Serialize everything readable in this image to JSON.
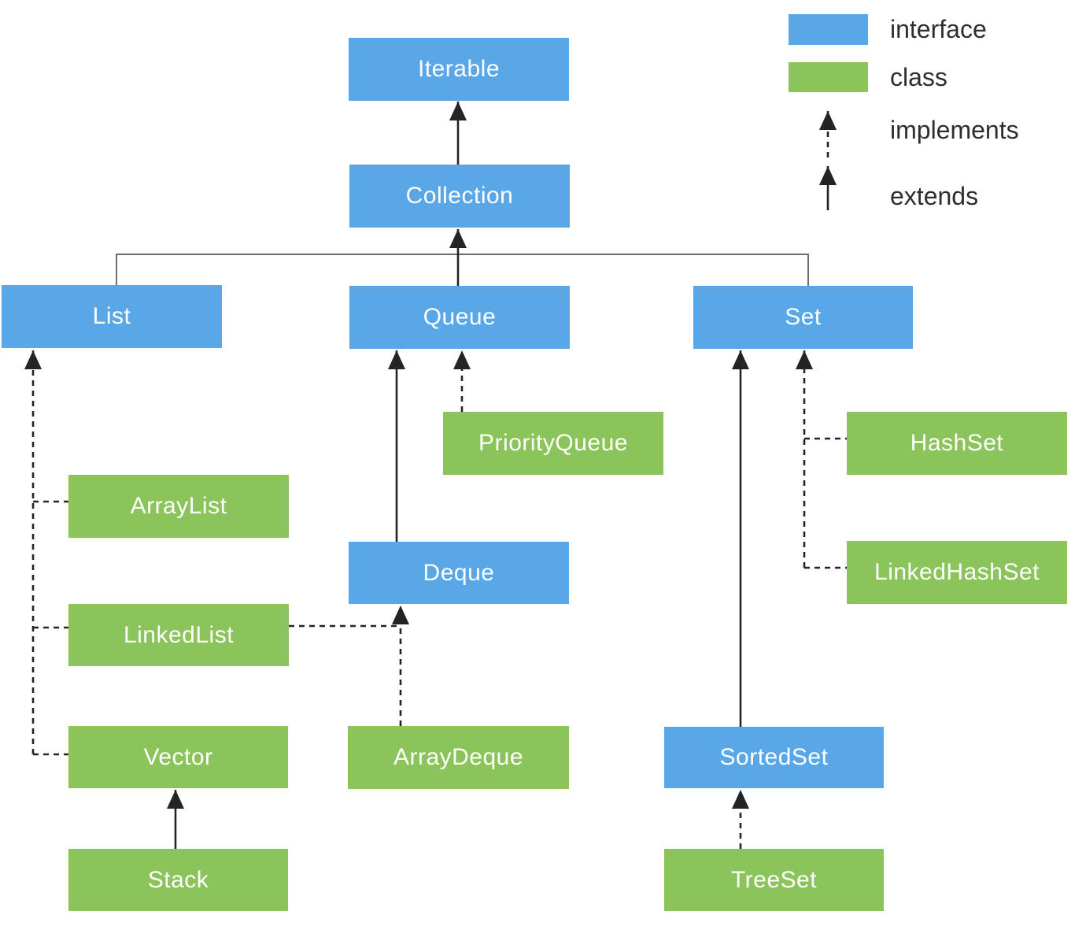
{
  "colors": {
    "interface-fill": "#5aa7e8",
    "class-fill": "#8cc45c",
    "line-color": "#242424",
    "tree-line-color": "#6e6e6e",
    "node-text": "#ffffff",
    "legend-text": "#2e2e2e",
    "bg": "#ffffff"
  },
  "nodes": [
    {
      "id": "iterable",
      "label": "Iterable",
      "kind": "interface"
    },
    {
      "id": "collection",
      "label": "Collection",
      "kind": "interface"
    },
    {
      "id": "list",
      "label": "List",
      "kind": "interface"
    },
    {
      "id": "queue",
      "label": "Queue",
      "kind": "interface"
    },
    {
      "id": "set",
      "label": "Set",
      "kind": "interface"
    },
    {
      "id": "priorityqueue",
      "label": "PriorityQueue",
      "kind": "class"
    },
    {
      "id": "hashset",
      "label": "HashSet",
      "kind": "class"
    },
    {
      "id": "arraylist",
      "label": "ArrayList",
      "kind": "class"
    },
    {
      "id": "deque",
      "label": "Deque",
      "kind": "interface"
    },
    {
      "id": "linkedhashset",
      "label": "LinkedHashSet",
      "kind": "class"
    },
    {
      "id": "linkedlist",
      "label": "LinkedList",
      "kind": "class"
    },
    {
      "id": "vector",
      "label": "Vector",
      "kind": "class"
    },
    {
      "id": "arraydeque",
      "label": "ArrayDeque",
      "kind": "class"
    },
    {
      "id": "sortedset",
      "label": "SortedSet",
      "kind": "interface"
    },
    {
      "id": "stack",
      "label": "Stack",
      "kind": "class"
    },
    {
      "id": "treeset",
      "label": "TreeSet",
      "kind": "class"
    }
  ],
  "edges": [
    {
      "from": "Collection",
      "to": "Iterable",
      "type": "extends"
    },
    {
      "from": "List",
      "to": "Collection",
      "type": "extends"
    },
    {
      "from": "Queue",
      "to": "Collection",
      "type": "extends"
    },
    {
      "from": "Set",
      "to": "Collection",
      "type": "extends"
    },
    {
      "from": "Deque",
      "to": "Queue",
      "type": "extends"
    },
    {
      "from": "SortedSet",
      "to": "Set",
      "type": "extends"
    },
    {
      "from": "Stack",
      "to": "Vector",
      "type": "extends"
    },
    {
      "from": "ArrayList",
      "to": "List",
      "type": "implements"
    },
    {
      "from": "LinkedList",
      "to": "List",
      "type": "implements"
    },
    {
      "from": "Vector",
      "to": "List",
      "type": "implements"
    },
    {
      "from": "PriorityQueue",
      "to": "Queue",
      "type": "implements"
    },
    {
      "from": "LinkedList",
      "to": "Deque",
      "type": "implements"
    },
    {
      "from": "ArrayDeque",
      "to": "Deque",
      "type": "implements"
    },
    {
      "from": "HashSet",
      "to": "Set",
      "type": "implements"
    },
    {
      "from": "LinkedHashSet",
      "to": "Set",
      "type": "implements"
    },
    {
      "from": "TreeSet",
      "to": "SortedSet",
      "type": "implements"
    }
  ],
  "legend": {
    "interface_label": "interface",
    "class_label": "class",
    "implements_label": "implements",
    "extends_label": "extends"
  }
}
